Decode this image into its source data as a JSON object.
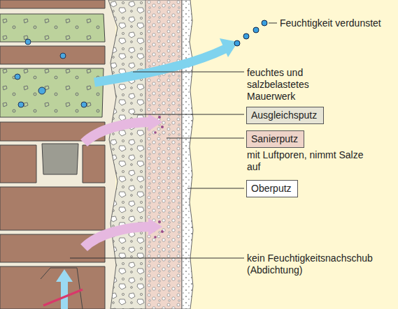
{
  "diagram": {
    "nodes": [
      {
        "text": [
          "Ausgleichsputz"
        ]
      },
      {
        "text": [
          "Sanierputz"
        ]
      },
      {
        "text": [
          "Oberputz"
        ]
      }
    ],
    "labels": [
      "Feuchtigkeit verdunstet",
      "feuchtes und salzbelastetes Mauerwerk",
      "mit Luftporen, nimmt Salze auf",
      "kein Feuchtigkeitsnachschub (Abdichtung)"
    ]
  }
}
